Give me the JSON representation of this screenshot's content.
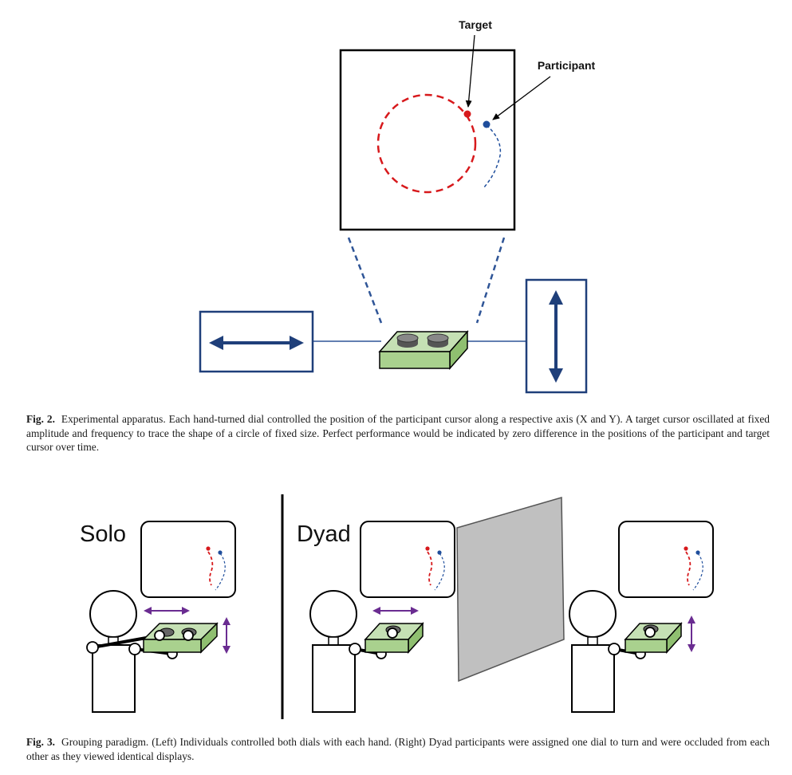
{
  "fig2": {
    "label_target": "Target",
    "label_participant": "Participant",
    "caption_label": "Fig. 2.",
    "caption_text": "Experimental apparatus. Each hand-turned dial controlled the position of the participant cursor along a respective axis (X and Y). A target cursor oscillated at fixed amplitude and frequency to trace the shape of a circle of fixed size. Perfect performance would be indicated by zero difference in the positions of the participant and target cursor over time."
  },
  "fig3": {
    "label_solo": "Solo",
    "label_dyad": "Dyad",
    "caption_label": "Fig. 3.",
    "caption_text": "Grouping paradigm. (Left) Individuals controlled both dials with each hand. (Right) Dyad participants were assigned one dial to turn and were occluded from each other as they viewed identical displays."
  },
  "colors": {
    "target": "#d7191c",
    "participant": "#1f4e9c",
    "dial_box": "#a9d18e",
    "arrow_blue": "#1f3f7a",
    "arrow_purple": "#6a2c91",
    "occluder": "#c0c0c0"
  }
}
